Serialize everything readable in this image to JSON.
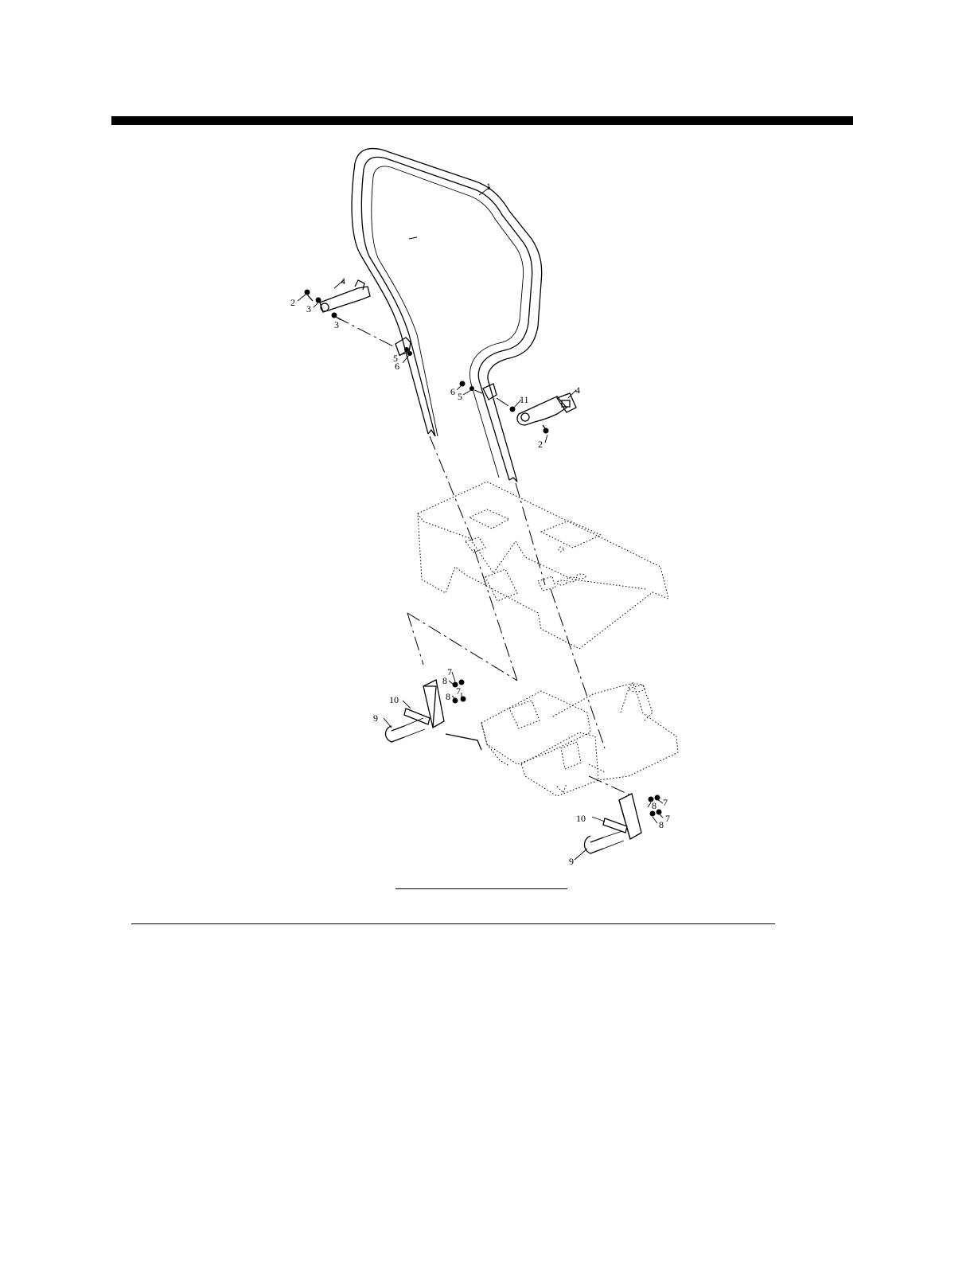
{
  "labels": [
    {
      "id": "p1",
      "text": "1"
    },
    {
      "id": "p2a",
      "text": "2"
    },
    {
      "id": "p3a",
      "text": "3"
    },
    {
      "id": "p4a",
      "text": "4"
    },
    {
      "id": "p3b",
      "text": "3"
    },
    {
      "id": "p5a",
      "text": "5"
    },
    {
      "id": "p6a",
      "text": "6"
    },
    {
      "id": "p6b",
      "text": "6"
    },
    {
      "id": "p5b",
      "text": "5"
    },
    {
      "id": "p11",
      "text": "11"
    },
    {
      "id": "p4b",
      "text": "4"
    },
    {
      "id": "p2b",
      "text": "2"
    },
    {
      "id": "p7a",
      "text": "7"
    },
    {
      "id": "p8a",
      "text": "8"
    },
    {
      "id": "p7b",
      "text": "7"
    },
    {
      "id": "p8b",
      "text": "8"
    },
    {
      "id": "p10a",
      "text": "10"
    },
    {
      "id": "p9a",
      "text": "9"
    },
    {
      "id": "p8c",
      "text": "8"
    },
    {
      "id": "p7c",
      "text": "7"
    },
    {
      "id": "p8d",
      "text": "8"
    },
    {
      "id": "p7d",
      "text": "7"
    },
    {
      "id": "p10b",
      "text": "10"
    },
    {
      "id": "p9b",
      "text": "9"
    }
  ]
}
